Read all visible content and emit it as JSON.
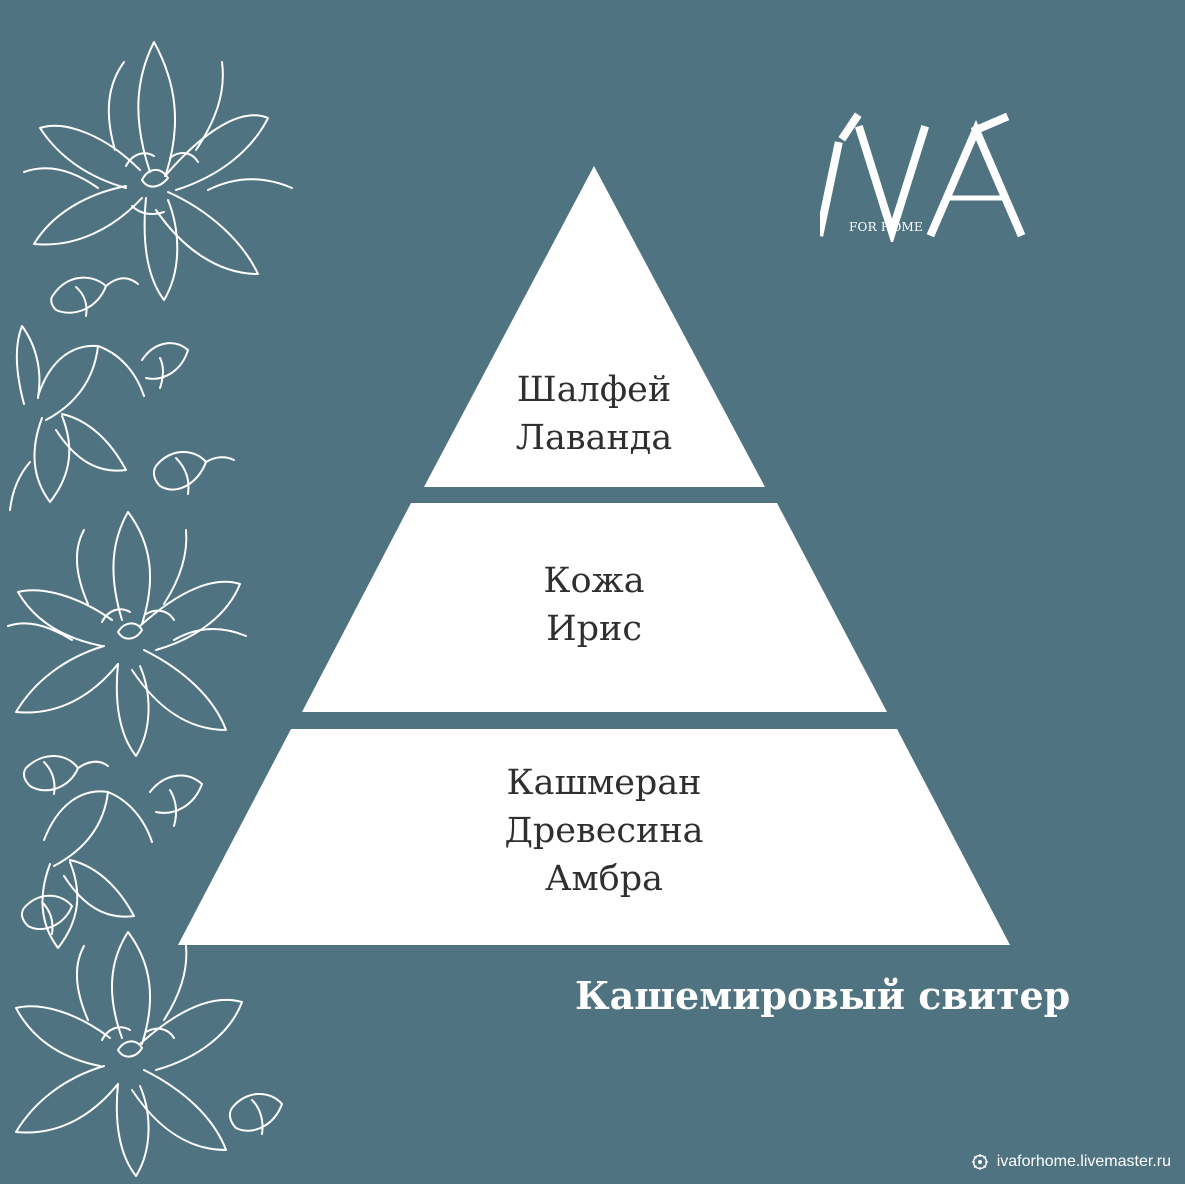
{
  "brand": {
    "logo_text": "IVA",
    "logo_subtext": "FOR HOME"
  },
  "pyramid": {
    "top_notes": [
      "Шалфей",
      "Лаванда"
    ],
    "middle_notes": [
      "Кожа",
      "Ирис"
    ],
    "base_notes": [
      "Кашмеран",
      "Древесина",
      "Амбра"
    ]
  },
  "product": {
    "title": "Кашемировый свитер"
  },
  "footer": {
    "site": "ivaforhome.livemaster.ru",
    "icon": "livemaster-icon"
  },
  "colors": {
    "background": "#4f7380",
    "pyramid_fill": "#ffffff",
    "pyramid_text": "#2f2f2f",
    "title_text": "#ffffff"
  }
}
